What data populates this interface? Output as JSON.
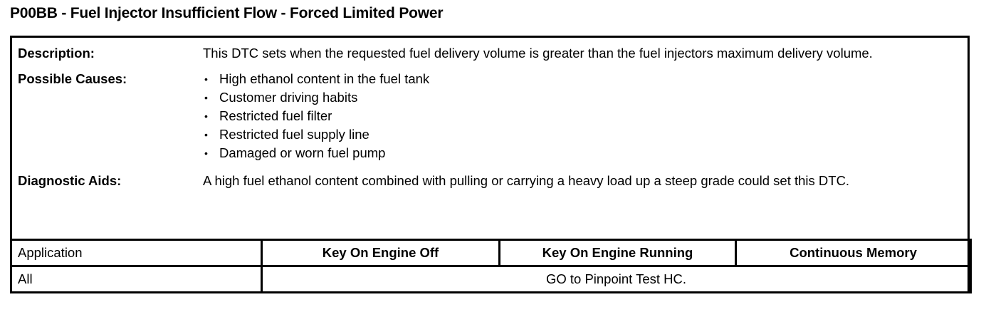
{
  "title": "P00BB - Fuel Injector Insufficient Flow - Forced Limited Power",
  "sections": {
    "description": {
      "label": "Description:",
      "text": "This DTC sets when the requested fuel delivery volume is greater than the fuel injectors maximum delivery volume."
    },
    "possible_causes": {
      "label": "Possible Causes:",
      "bullet_glyph": "•",
      "items": [
        "High ethanol content in the fuel tank",
        "Customer driving habits",
        "Restricted fuel filter",
        "Restricted fuel supply line",
        "Damaged or worn fuel pump"
      ]
    },
    "diagnostic_aids": {
      "label": "Diagnostic Aids:",
      "text": "A high fuel ethanol content combined with pulling or carrying a heavy load up a steep grade could set this DTC."
    }
  },
  "application_table": {
    "headers": {
      "application": "Application",
      "key_on_engine_off": "Key On Engine Off",
      "key_on_engine_running": "Key On Engine Running",
      "continuous_memory": "Continuous Memory"
    },
    "rows": [
      {
        "application": "All",
        "action": "GO to Pinpoint Test HC."
      }
    ]
  },
  "colors": {
    "text": "#000000",
    "background": "#ffffff",
    "border": "#000000"
  }
}
